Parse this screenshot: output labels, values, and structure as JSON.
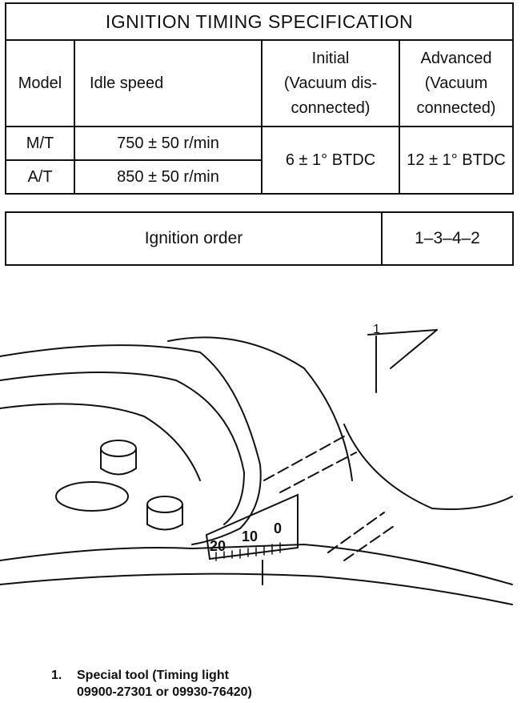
{
  "spec_table": {
    "title": "IGNITION TIMING SPECIFICATION",
    "headers": {
      "model": "Model",
      "idle": "Idle speed",
      "initial_1": "Initial",
      "initial_2": "(Vacuum dis-",
      "initial_3": "connected)",
      "advanced_1": "Advanced",
      "advanced_2": "(Vacuum",
      "advanced_3": "connected)"
    },
    "rows": [
      {
        "model": "M/T",
        "idle": "750 ± 50 r/min"
      },
      {
        "model": "A/T",
        "idle": "850 ± 50 r/min"
      }
    ],
    "initial_value": "6 ± 1° BTDC",
    "advanced_value": "12 ± 1° BTDC"
  },
  "order_table": {
    "label": "Ignition order",
    "value": "1–3–4–2"
  },
  "illustration": {
    "callout": "1",
    "scale_labels": [
      "20",
      "10",
      "0"
    ]
  },
  "caption": {
    "number": "1.",
    "line1": "Special tool (Timing light",
    "line2": "09900-27301 or 09930-76420)"
  }
}
